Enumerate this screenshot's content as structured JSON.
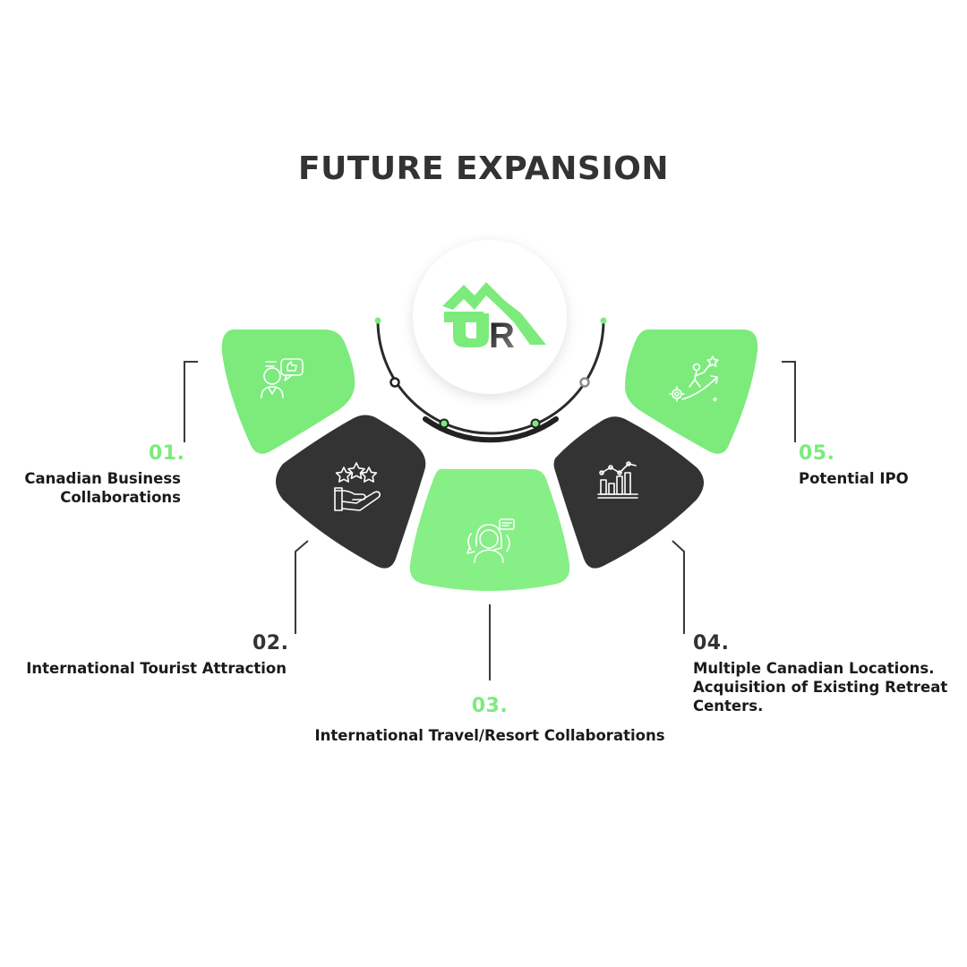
{
  "title": "FUTURE EXPANSION",
  "logo": {
    "text": "UR",
    "icon": "mountain-logo"
  },
  "colors": {
    "green": "#7CEB7C",
    "dark": "#333333",
    "text": "#1a1a1a"
  },
  "steps": [
    {
      "number": "01.",
      "label": "Canadian Business Collaborations",
      "icon": "business-person-chat-icon",
      "tone": "green"
    },
    {
      "number": "02.",
      "label": "International Tourist Attraction",
      "icon": "stars-hand-icon",
      "tone": "dark"
    },
    {
      "number": "03.",
      "label": "International Travel/Resort Collaborations",
      "icon": "support-agent-icon",
      "tone": "green"
    },
    {
      "number": "04.",
      "label": "Multiple Canadian Locations. Acquisition of Existing Retreat Centers.",
      "icon": "bar-chart-icon",
      "tone": "dark"
    },
    {
      "number": "05.",
      "label": "Potential IPO",
      "icon": "growth-climb-icon",
      "tone": "green"
    }
  ]
}
